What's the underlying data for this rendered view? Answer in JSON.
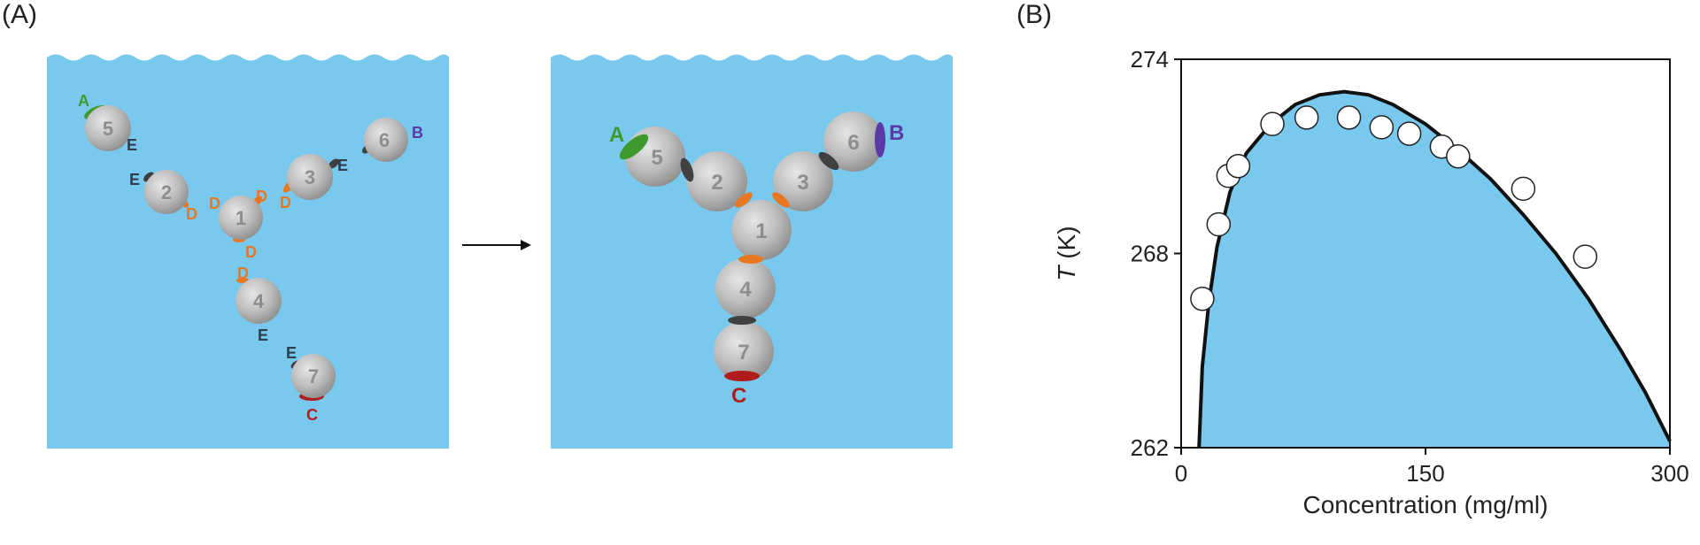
{
  "panels": {
    "a_label": "(A)",
    "b_label": "(B)"
  },
  "colors": {
    "water": "#79c9ee",
    "bead": "#b9b9b9",
    "site_A": "#3f9a2e",
    "site_B": "#5b3aa8",
    "site_C": "#b01c1c",
    "site_D": "#e87722",
    "site_E": "#404040",
    "curve": "#111111"
  },
  "diagram": {
    "arrow_icon": "right-arrow-icon",
    "left_tank": {
      "beads": [
        "5",
        "2",
        "1",
        "3",
        "6",
        "4",
        "7"
      ],
      "labels": {
        "A": "A",
        "B": "B",
        "C": "C",
        "D1": "D",
        "D2": "D",
        "D3": "D",
        "D4": "D",
        "D5": "D",
        "D6": "D",
        "E1": "E",
        "E2": "E",
        "E3": "E",
        "E4": "E",
        "E5": "E"
      }
    },
    "right_tank": {
      "beads": [
        "5",
        "2",
        "1",
        "3",
        "6",
        "4",
        "7"
      ],
      "labels": {
        "A": "A",
        "B": "B",
        "C": "C"
      }
    }
  },
  "chart_data": {
    "type": "scatter",
    "title": "",
    "xlabel": "Concentration (mg/ml)",
    "ylabel_italic": "T",
    "ylabel_unit": " (K)",
    "xlim": [
      0,
      300
    ],
    "ylim": [
      262,
      274
    ],
    "xticks": [
      0,
      150,
      300
    ],
    "yticks": [
      262,
      268,
      274
    ],
    "xtick_labels": [
      "0",
      "150",
      "300"
    ],
    "ytick_labels": [
      "262",
      "268",
      "274"
    ],
    "grid": false,
    "points": [
      {
        "x": 13,
        "y": 266.6
      },
      {
        "x": 23,
        "y": 268.9
      },
      {
        "x": 29,
        "y": 270.4
      },
      {
        "x": 35,
        "y": 270.7
      },
      {
        "x": 56,
        "y": 272.0
      },
      {
        "x": 77,
        "y": 272.2
      },
      {
        "x": 103,
        "y": 272.2
      },
      {
        "x": 123,
        "y": 271.9
      },
      {
        "x": 140,
        "y": 271.7
      },
      {
        "x": 160,
        "y": 271.3
      },
      {
        "x": 170,
        "y": 271.0
      },
      {
        "x": 210,
        "y": 270.0
      },
      {
        "x": 248,
        "y": 267.9
      }
    ],
    "fit_curve": [
      {
        "x": 11,
        "y": 262
      },
      {
        "x": 13,
        "y": 264.5
      },
      {
        "x": 17,
        "y": 266.5
      },
      {
        "x": 22,
        "y": 268.2
      },
      {
        "x": 30,
        "y": 269.9
      },
      {
        "x": 40,
        "y": 271.1
      },
      {
        "x": 55,
        "y": 272.0
      },
      {
        "x": 70,
        "y": 272.6
      },
      {
        "x": 85,
        "y": 272.9
      },
      {
        "x": 100,
        "y": 273.0
      },
      {
        "x": 115,
        "y": 272.9
      },
      {
        "x": 130,
        "y": 272.6
      },
      {
        "x": 150,
        "y": 272.0
      },
      {
        "x": 170,
        "y": 271.2
      },
      {
        "x": 190,
        "y": 270.3
      },
      {
        "x": 210,
        "y": 269.2
      },
      {
        "x": 230,
        "y": 268.0
      },
      {
        "x": 250,
        "y": 266.6
      },
      {
        "x": 270,
        "y": 265.0
      },
      {
        "x": 285,
        "y": 263.7
      },
      {
        "x": 300,
        "y": 262.2
      }
    ],
    "fill_color": "#79c9ee"
  }
}
